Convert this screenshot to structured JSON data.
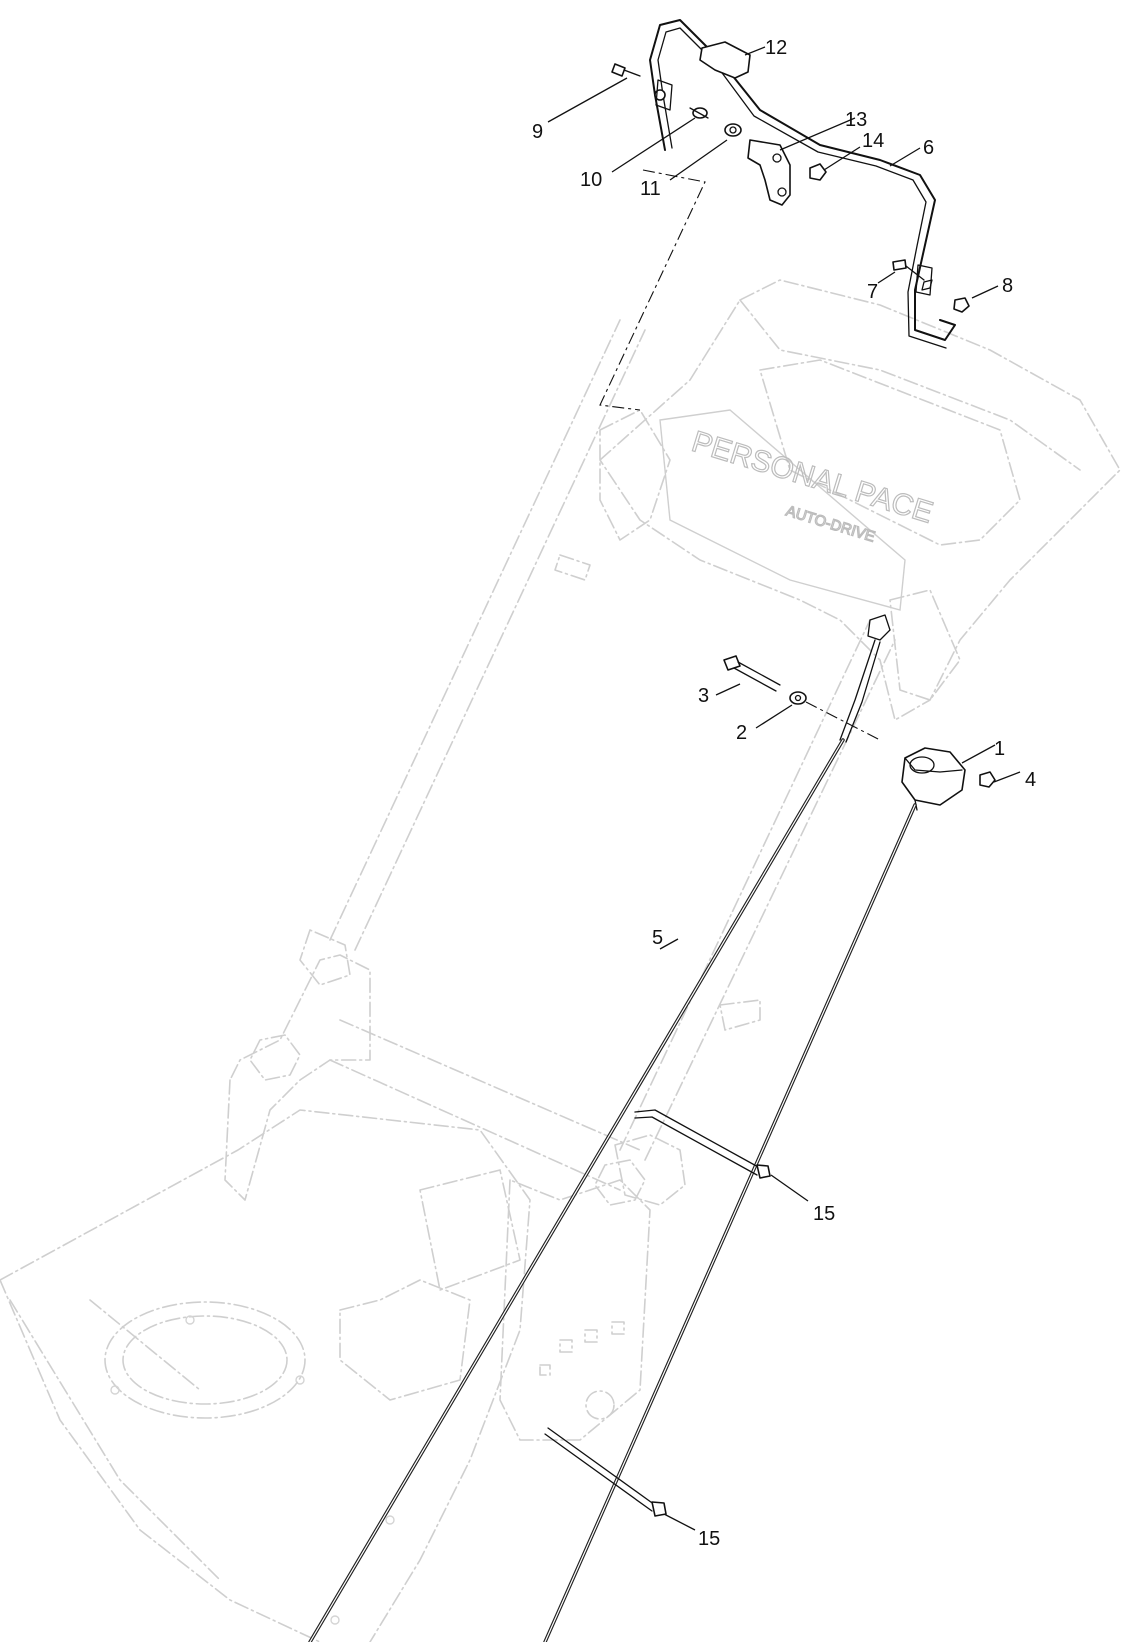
{
  "diagram": {
    "brand_text": "PERSONAL PACE",
    "brand_subtext": "AUTO-DRIVE",
    "callouts": [
      {
        "id": "c12",
        "label": "12"
      },
      {
        "id": "c9",
        "label": "9"
      },
      {
        "id": "c13",
        "label": "13"
      },
      {
        "id": "c14",
        "label": "14"
      },
      {
        "id": "c6",
        "label": "6"
      },
      {
        "id": "c10",
        "label": "10"
      },
      {
        "id": "c11",
        "label": "11"
      },
      {
        "id": "c7",
        "label": "7"
      },
      {
        "id": "c8",
        "label": "8"
      },
      {
        "id": "c3",
        "label": "3"
      },
      {
        "id": "c2",
        "label": "2"
      },
      {
        "id": "c1",
        "label": "1"
      },
      {
        "id": "c4",
        "label": "4"
      },
      {
        "id": "c5",
        "label": "5"
      },
      {
        "id": "c15a",
        "label": "15"
      },
      {
        "id": "c15b",
        "label": "15"
      }
    ]
  }
}
